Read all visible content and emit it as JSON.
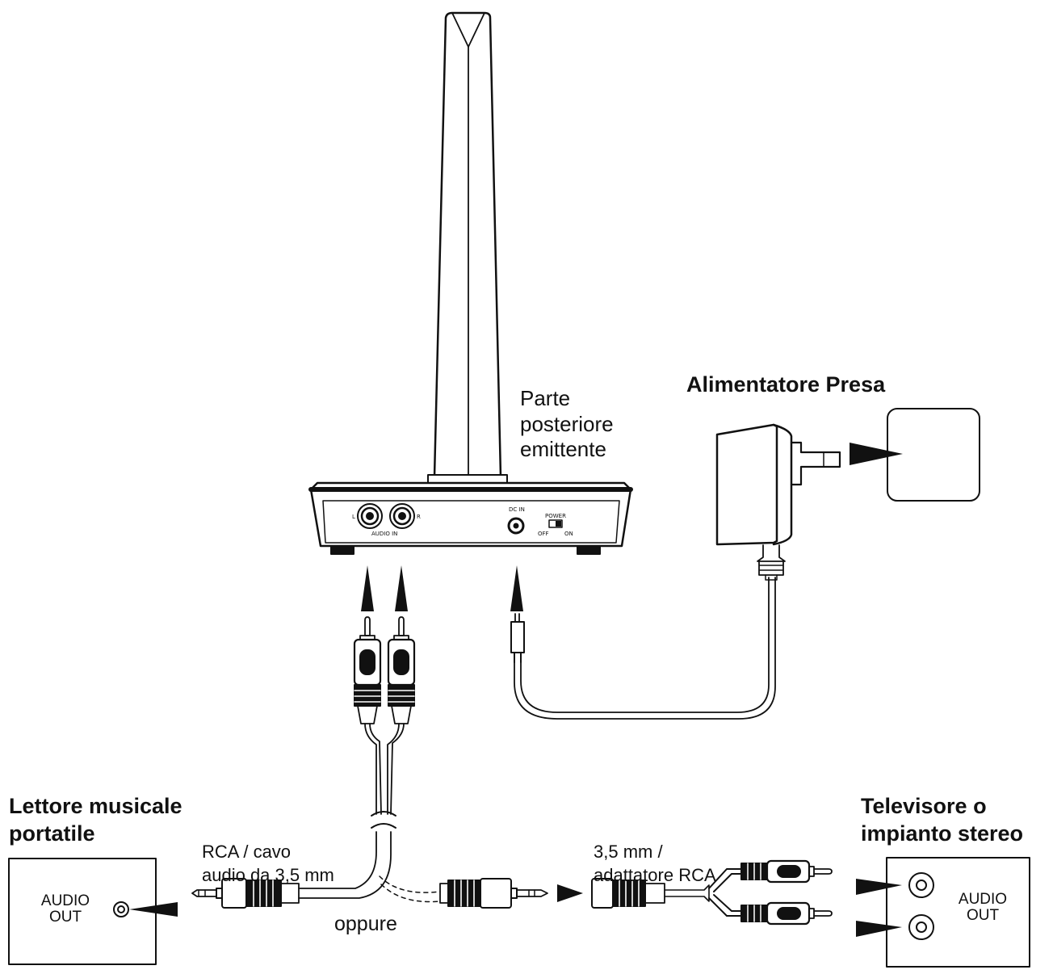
{
  "labels": {
    "transmitter_rear": [
      "Parte",
      "posteriore",
      "emittente"
    ],
    "power_adapter": "Alimentatore Presa",
    "portable_player": [
      "Lettore musicale",
      "portatile"
    ],
    "tv_stereo": [
      "Televisore o",
      "impianto stereo"
    ],
    "rca_cable": [
      "RCA / cavo",
      "audio da 3,5 mm"
    ],
    "adapter": [
      "3,5 mm /",
      "adattatore RCA"
    ],
    "or": "oppure"
  },
  "devices": {
    "player_box": [
      "AUDIO",
      "OUT"
    ],
    "tv_box": [
      "AUDIO",
      "OUT"
    ]
  },
  "transmitter_panel": {
    "audio_in": "AUDIO IN",
    "left_jack": "L",
    "right_jack": "R",
    "dc_in": "DC IN",
    "power": "POWER",
    "off": "OFF",
    "on": "ON"
  },
  "icons": [
    "antenna-icon",
    "rca-plug-icon",
    "jack-plug-icon",
    "dc-plug-icon",
    "wall-adapter-icon",
    "arrow-icon"
  ],
  "colors": {
    "ink": "#111111",
    "background": "#ffffff",
    "device_fill": "#ffffff"
  }
}
